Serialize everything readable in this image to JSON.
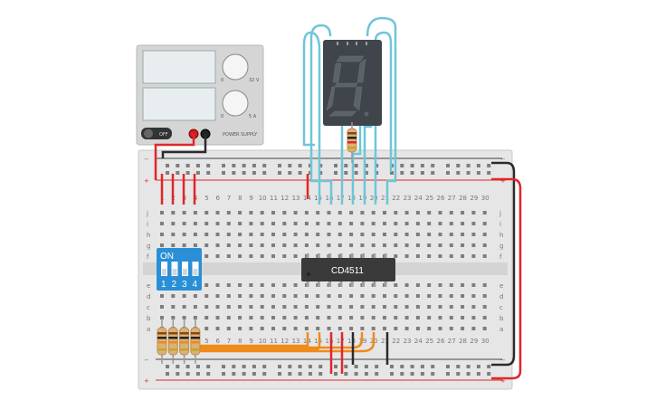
{
  "power_supply": {
    "off_label": "OFF",
    "voltage_knob_label": "32 V",
    "current_knob_label": "5 A",
    "knob_zero": "0",
    "brand_text": "POWER SUPPLY"
  },
  "breadboard": {
    "column_numbers": [
      "1",
      "2",
      "3",
      "4",
      "5",
      "6",
      "7",
      "8",
      "9",
      "10",
      "11",
      "12",
      "13",
      "14",
      "15",
      "16",
      "17",
      "18",
      "19",
      "20",
      "21",
      "22",
      "23",
      "24",
      "25",
      "26",
      "27",
      "28",
      "29",
      "30"
    ],
    "top_rows": [
      "j",
      "i",
      "h",
      "g",
      "f"
    ],
    "bottom_rows": [
      "e",
      "d",
      "c",
      "b",
      "a"
    ],
    "rail_minus": "−",
    "rail_plus": "+"
  },
  "ic": {
    "label": "CD4511"
  },
  "dip_switch": {
    "on_label": "ON",
    "switch_numbers": [
      "1",
      "2",
      "3",
      "4"
    ]
  },
  "seven_segment": {
    "digit_shown": "8"
  },
  "colors": {
    "wire_red": "#e0262b",
    "wire_black": "#2b2b2b",
    "wire_cyan": "#6ec6d8",
    "wire_orange": "#f08a1a",
    "dip_blue": "#2a8fd6",
    "ic_body": "#3a3a3a",
    "display_body": "#3f454b",
    "breadboard": "#e8e8e8"
  }
}
